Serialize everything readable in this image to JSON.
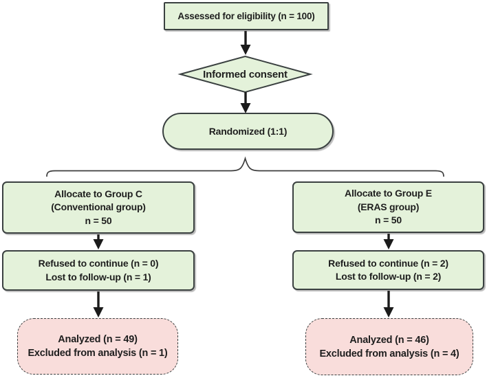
{
  "title": "CONSORT-style participant flow diagram",
  "colors": {
    "box_green": "#e4f2da",
    "box_pink": "#f9dddb",
    "border_dark": "#3a4040",
    "arrow_black": "#1b1b1b",
    "text_dark": "#1e1e1e",
    "brace_gray": "#3d3d3d"
  },
  "nodes": {
    "eligibility": {
      "text": "Assessed for eligibility (n = 100)"
    },
    "consent": {
      "text": "Informed consent"
    },
    "randomized": {
      "text": "Randomized (1:1)"
    },
    "group_c": {
      "lines": [
        "Allocate to Group C",
        "(Conventional group)",
        "n = 50"
      ]
    },
    "group_e": {
      "lines": [
        "Allocate to Group E",
        "(ERAS group)",
        "n = 50"
      ]
    },
    "dropout_c": {
      "lines": [
        "Refused to continue (n = 0)",
        "Lost to follow-up (n = 1)"
      ]
    },
    "dropout_e": {
      "lines": [
        "Refused to continue (n = 2)",
        "Lost to follow-up (n = 2)"
      ]
    },
    "analyzed_c": {
      "lines": [
        "Analyzed (n = 49)",
        "Excluded from analysis (n = 1)"
      ]
    },
    "analyzed_e": {
      "lines": [
        "Analyzed (n = 46)",
        "Excluded from analysis (n = 4)"
      ]
    }
  }
}
